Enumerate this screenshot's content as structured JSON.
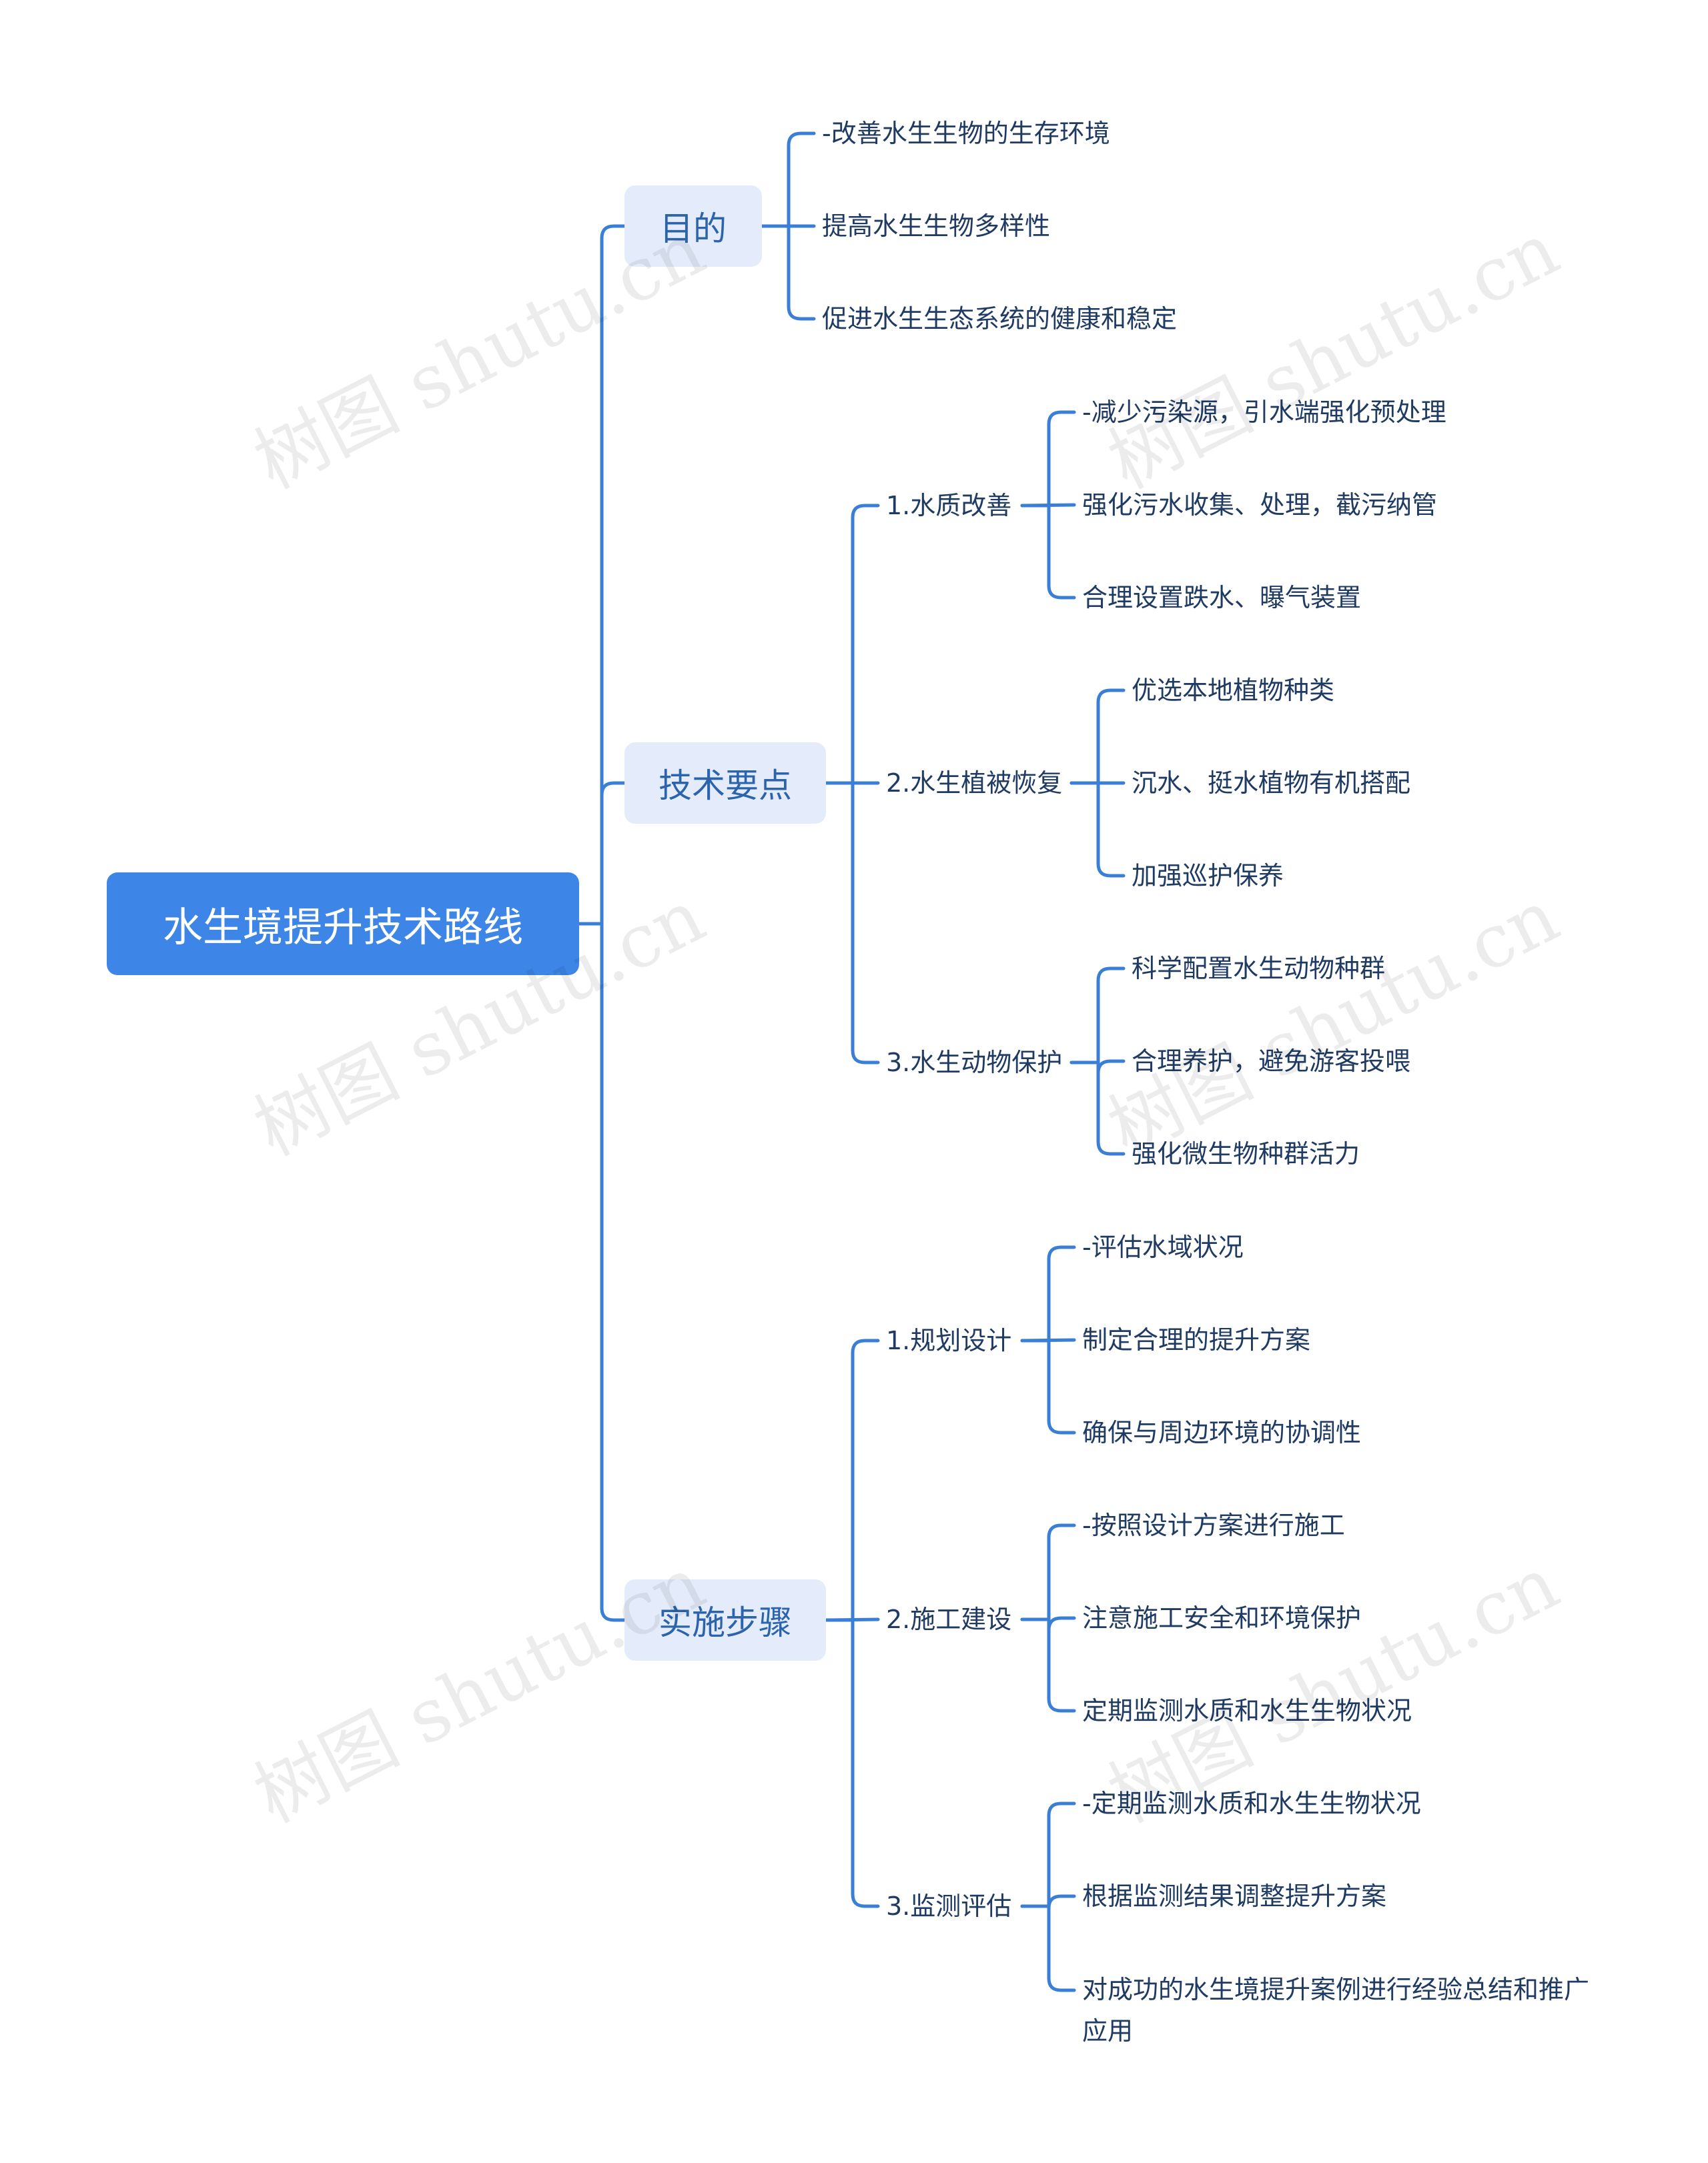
{
  "root": "水生境提升技术路线",
  "branches": [
    {
      "label": "目的",
      "leaves": [
        "-改善水生生物的生存环境",
        "提高水生生物多样性",
        "促进水生生态系统的健康和稳定"
      ]
    },
    {
      "label": "技术要点",
      "children": [
        {
          "label": "1.水质改善",
          "leaves": [
            "-减少污染源，引水端强化预处理",
            "强化污水收集、处理，截污纳管",
            "合理设置跌水、曝气装置"
          ]
        },
        {
          "label": "2.水生植被恢复",
          "leaves": [
            "优选本地植物种类",
            "沉水、挺水植物有机搭配",
            "加强巡护保养"
          ]
        },
        {
          "label": "3.水生动物保护",
          "leaves": [
            "科学配置水生动物种群",
            "合理养护，避免游客投喂",
            "强化微生物种群活力"
          ]
        }
      ]
    },
    {
      "label": "实施步骤",
      "children": [
        {
          "label": "1.规划设计",
          "leaves": [
            "-评估水域状况",
            "制定合理的提升方案",
            "确保与周边环境的协调性"
          ]
        },
        {
          "label": "2.施工建设",
          "leaves": [
            "-按照设计方案进行施工",
            "注意施工安全和环境保护",
            "定期监测水质和水生生物状况"
          ]
        },
        {
          "label": "3.监测评估",
          "leaves": [
            "-定期监测水质和水生生物状况",
            "根据监测结果调整提升方案",
            "对成功的水生境提升案例进行经验总结和推广应用"
          ]
        }
      ]
    }
  ],
  "watermark": "树图 shutu.cn",
  "colors": {
    "line": "#3a7fd5",
    "root_bg": "#3d86e8",
    "branch_bg": "#e4ecfb",
    "branch_text": "#2b63ad",
    "text": "#1f3b63"
  }
}
